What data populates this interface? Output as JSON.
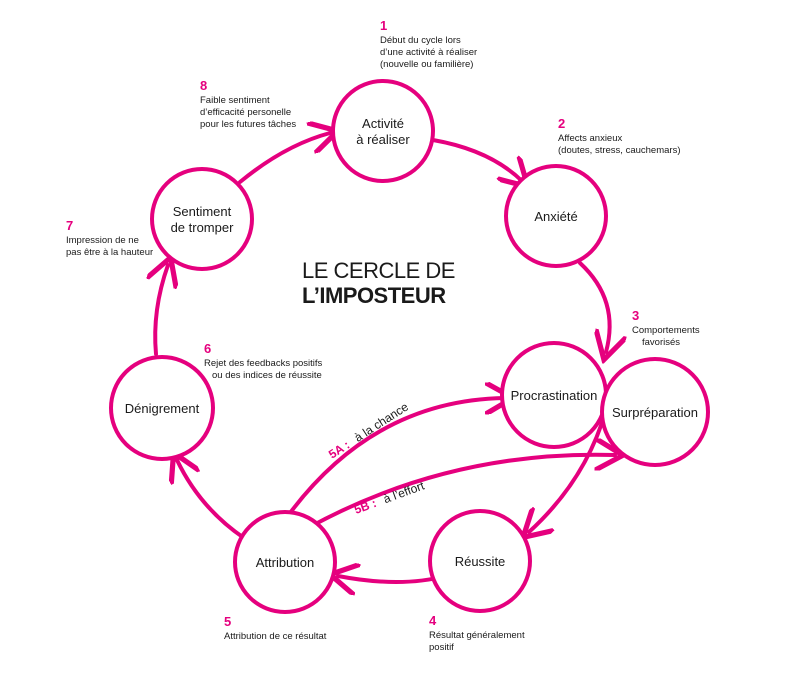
{
  "title": {
    "line1": "LE CERCLE DE",
    "line2": "L’IMPOSTEUR"
  },
  "nodes": {
    "activite": {
      "line1": "Activité",
      "line2": "à réaliser"
    },
    "anxiete": {
      "line1": "Anxiété"
    },
    "procrastination": {
      "line1": "Procrastination"
    },
    "surpreparation": {
      "line1": "Surpréparation"
    },
    "reussite": {
      "line1": "Réussite"
    },
    "attribution": {
      "line1": "Attribution"
    },
    "denigrement": {
      "line1": "Dénigrement"
    },
    "sentiment": {
      "line1": "Sentiment",
      "line2": "de tromper"
    }
  },
  "steps": {
    "s1": {
      "number": "1",
      "lines": [
        "Début du cycle lors",
        "d’une activité à réaliser",
        "(nouvelle ou familière)"
      ]
    },
    "s2": {
      "number": "2",
      "lines": [
        "Affects anxieux",
        "(doutes, stress, cauchemars)"
      ]
    },
    "s3": {
      "number": "3",
      "lines": [
        "Comportements",
        "favorisés"
      ]
    },
    "s4": {
      "number": "4",
      "lines": [
        "Résultat généralement",
        "positif"
      ]
    },
    "s5": {
      "number": "5",
      "lines": [
        "Attribution de ce résultat"
      ]
    },
    "s6": {
      "number": "6",
      "lines": [
        "Rejet des feedbacks positifs",
        "ou des indices de réussite"
      ]
    },
    "s7": {
      "number": "7",
      "lines": [
        "Impression de ne",
        "pas être à la hauteur"
      ]
    },
    "s8": {
      "number": "8",
      "lines": [
        "Faible sentiment",
        "d’efficacité personelle",
        "pour les futures tâches"
      ]
    }
  },
  "branches": {
    "a": {
      "code": "5A :",
      "text": "à la chance"
    },
    "b": {
      "code": "5B :",
      "text": "à l’effort"
    }
  },
  "colors": {
    "accent": "#e5007e",
    "text": "#1a1a1a",
    "background": "#ffffff"
  }
}
